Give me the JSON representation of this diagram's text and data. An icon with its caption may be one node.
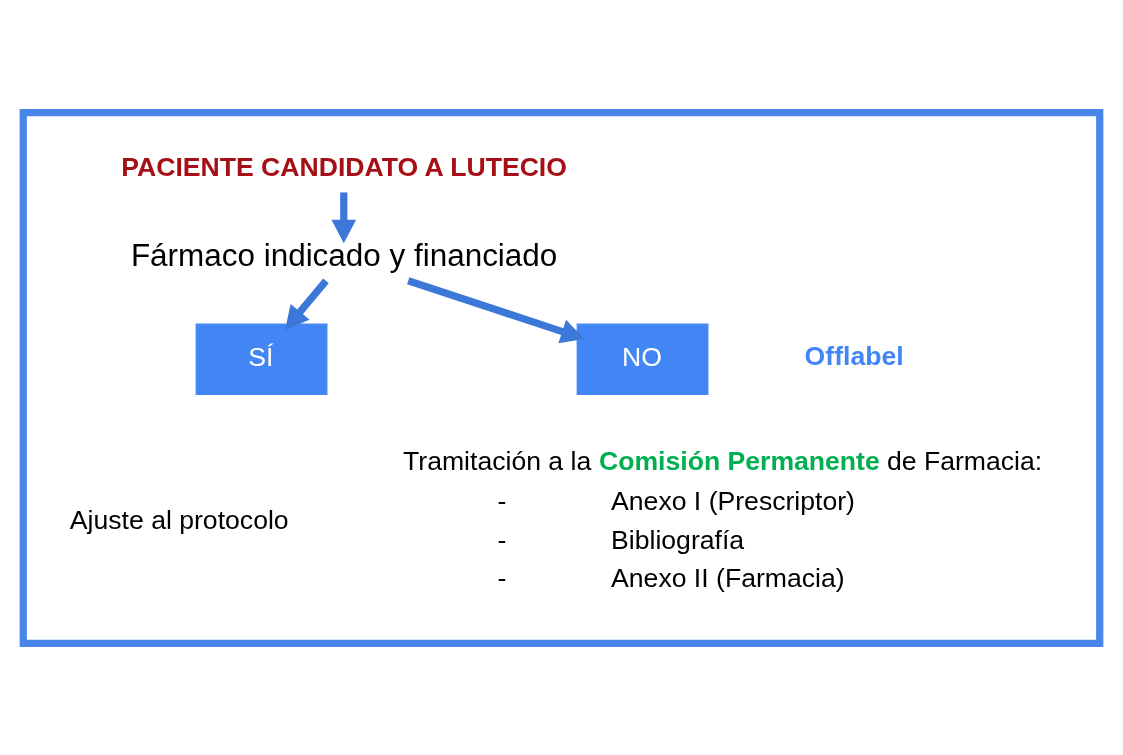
{
  "diagram": {
    "nodes": [
      {
        "text": [],
        "shape": "box"
      },
      {
        "text": [
          "PACIENTE CANDIDATO A LUTECIO"
        ],
        "in": 0
      },
      {
        "text": [
          "Fármaco indicado y financiado"
        ],
        "in": 0
      },
      {
        "text": [
          "SÍ"
        ],
        "in": 0
      },
      {
        "text": [
          "NO"
        ],
        "in": 0
      }
    ],
    "edges": [
      {
        "from": 1,
        "to": 2,
        "arrow": "to"
      },
      {
        "from": 2,
        "to": 3,
        "arrow": "to"
      },
      {
        "from": 2,
        "to": 4,
        "arrow": "to"
      }
    ],
    "labels": [
      "Offlabel",
      "Ajuste al protocolo",
      "Tramitación a la **Comisión Permanente** de Farmacia:",
      "-",
      "Anexo I (Prescriptor)",
      "-",
      "Bibliografía",
      "-",
      "Anexo II (Farmacia)"
    ]
  }
}
